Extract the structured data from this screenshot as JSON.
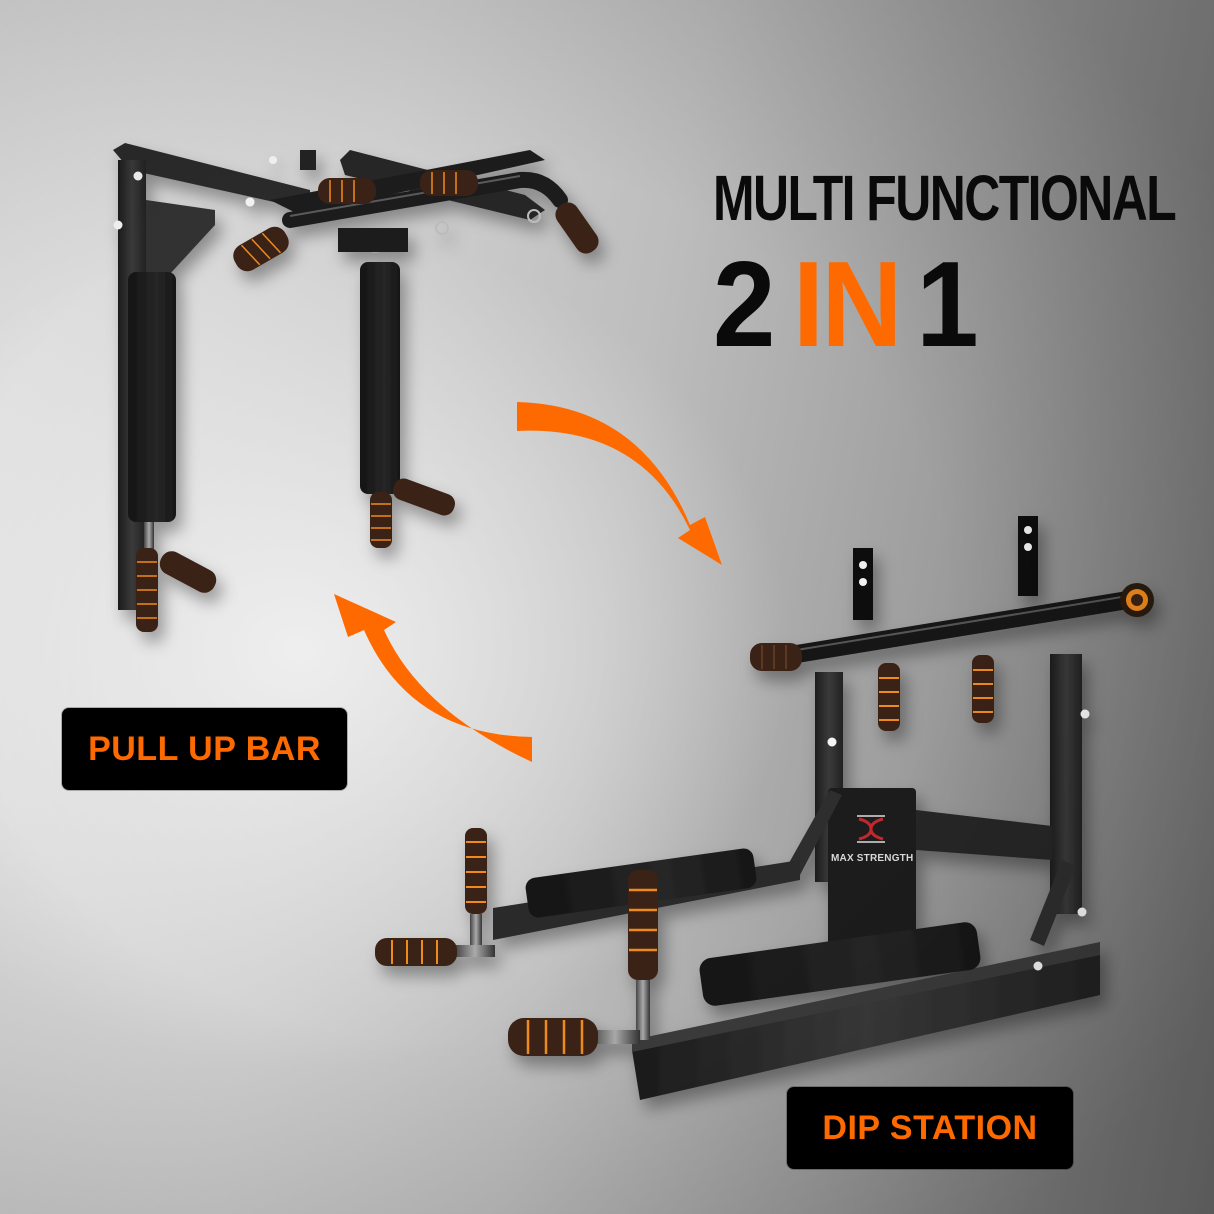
{
  "headline": {
    "line1": "MULTI FUNCTIONAL",
    "line2_part1": "2",
    "line2_highlight": "IN",
    "line2_part3": "1"
  },
  "labels": {
    "pull_up": "PULL UP BAR",
    "dip": "DIP STATION"
  },
  "brand": {
    "logo_icon": "max-strength-x-logo",
    "name": "MAX STRENGTH"
  },
  "icons": {
    "arrow_top": "curved-arrow-down-right",
    "arrow_bottom": "curved-arrow-up-left"
  },
  "colors": {
    "accent": "#ff6a00",
    "text_dark": "#0a0a0a",
    "label_bg": "#000000",
    "logo_red": "#c0282d",
    "frame": "#2a2a2a",
    "pad": "#1b1b1b",
    "grip_foam": "#3a2316",
    "grip_stripe": "#f08a1c"
  }
}
